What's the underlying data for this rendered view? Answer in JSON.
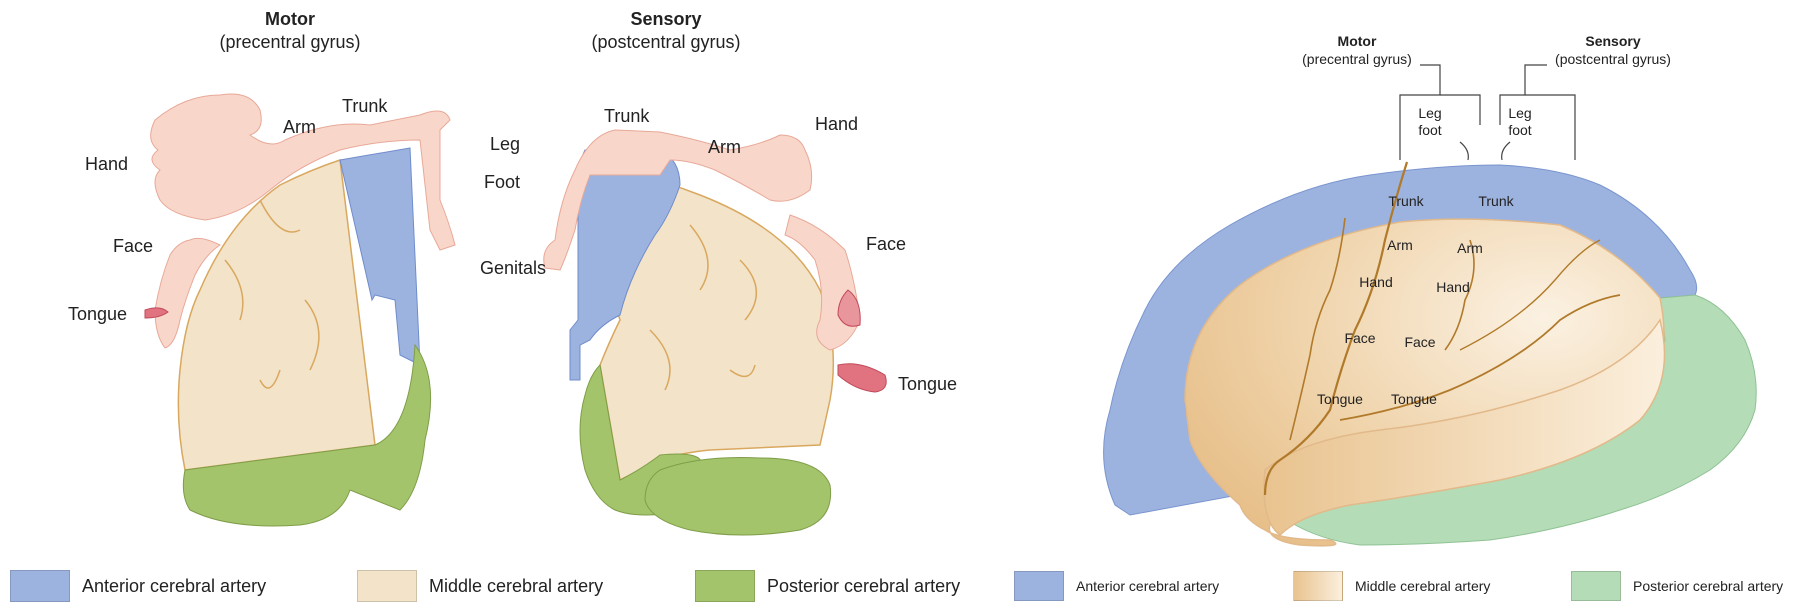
{
  "left_diagram": {
    "motor_title": "Motor",
    "motor_sub": "(precentral gyrus)",
    "sensory_title": "Sensory",
    "sensory_sub": "(postcentral gyrus)",
    "motor_labels": {
      "hand": "Hand",
      "arm": "Arm",
      "trunk": "Trunk",
      "face": "Face",
      "tongue": "Tongue"
    },
    "middle_labels": {
      "leg": "Leg",
      "foot": "Foot",
      "genitals": "Genitals"
    },
    "sensory_labels": {
      "trunk": "Trunk",
      "arm": "Arm",
      "hand": "Hand",
      "face": "Face",
      "tongue": "Tongue"
    }
  },
  "right_diagram": {
    "motor_title": "Motor",
    "motor_sub": "(precentral gyrus)",
    "sensory_title": "Sensory",
    "sensory_sub": "(postcentral gyrus)",
    "leg_left": "Leg",
    "foot_left": "foot",
    "leg_right": "Leg",
    "foot_right": "foot",
    "motor_strip": {
      "trunk": "Trunk",
      "arm": "Arm",
      "hand": "Hand",
      "face": "Face",
      "tongue": "Tongue"
    },
    "sensory_strip": {
      "trunk": "Trunk",
      "arm": "Arm",
      "hand": "Hand",
      "face": "Face",
      "tongue": "Tongue"
    }
  },
  "legend_left": [
    {
      "label": "Anterior cerebral artery",
      "color": "#9db3df"
    },
    {
      "label": "Middle cerebral artery",
      "color": "#f3e3c8"
    },
    {
      "label": "Posterior cerebral artery",
      "color": "#a3c46b"
    }
  ],
  "legend_right": [
    {
      "label": "Anterior cerebral artery",
      "color": "#9db3df"
    },
    {
      "label": "Middle cerebral artery",
      "color": "#f0d4ad"
    },
    {
      "label": "Posterior cerebral artery",
      "color": "#b4dcb6"
    }
  ]
}
